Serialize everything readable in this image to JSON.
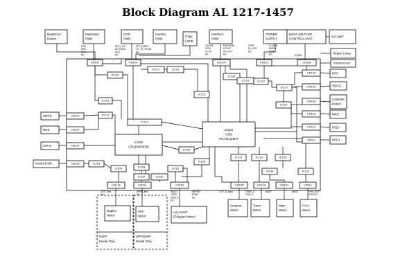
{
  "title": "Block Diagram AL 1217-1457",
  "blocks": {
    "newdrum": [
      "NewDrum",
      "Detect"
    ],
    "operation": [
      "Operation",
      "PWB"
    ],
    "ccd": [
      "CCD",
      "PWB"
    ],
    "inverter": [
      "Inverter",
      "PWB"
    ],
    "copy_lamp": [
      "Copy",
      "Lamp"
    ],
    "interface": [
      "Interface",
      "PWB"
    ],
    "power_supply": [
      "POWER",
      "SUPPLY"
    ],
    "hv_control": [
      "HIGH VOLTAGE",
      "CONTROL UNIT"
    ],
    "dv_unit": [
      "DV UNIT"
    ],
    "heater_lamp": [
      "Heater Lamp"
    ],
    "thermistor": [
      "THERMISTOR"
    ],
    "pps": [
      "PPS"
    ],
    "sdcd": [
      "SDCD"
    ],
    "cassette_detect": [
      "Cassette",
      "Detect"
    ],
    "mfd": [
      "MFD"
    ],
    "pod": [
      "POD"
    ],
    "ppd1": [
      "PPD1"
    ],
    "mpfs": [
      "MPFS"
    ],
    "rrs": [
      "RRS"
    ],
    "cpfs": [
      "CPFS"
    ],
    "interlock_sw": [
      "Interlock SW"
    ],
    "duplex_motor": [
      "Duplex",
      "Motor"
    ],
    "spf_motor": [
      "SPF",
      "Motor"
    ],
    "dspf_only": [
      "DSPF",
      "Model Only"
    ],
    "spf_dspf_only": [
      "SPF/DSPF",
      "Model Only"
    ],
    "lsu_unit": [
      "LSU UNIT",
      "(Polygon Motor)"
    ],
    "scanner_motor": [
      "Scanner",
      "Motor"
    ],
    "toner_motor": [
      "Toner",
      "Motor"
    ],
    "main_motor": [
      "Main",
      "Motor"
    ],
    "fan_motor": [
      "FAN",
      "Motor"
    ],
    "cpu": [
      "IC109",
      "CPU(H8/3030)"
    ],
    "asic": [
      "IC100",
      "ASIC",
      "HG73C119HF"
    ]
  },
  "connectors": {
    "cn102": "CN102",
    "cn103": "CN103",
    "cn104": "CN104",
    "cn101": "CN101",
    "cn106": "CN106",
    "cn130": "CN130",
    "cn109": "CN109",
    "cn108": "CN108",
    "cn122": "CN122",
    "cn114": "CN114",
    "cn111": "CN111",
    "cn120": "CN120",
    "cn117": "CN117",
    "cn110": "CN110",
    "cn116": "CN116",
    "cn114b": "CN114",
    "cn121": "CN121",
    "cn119": "CN119",
    "cn105": "CN105",
    "cn113": "CN113",
    "cn107": "CN107",
    "cn112": "CN112"
  },
  "ics": {
    "ic116": "IC116",
    "ic121": "IC121",
    "ic125": "IC125",
    "ic124": "IC124",
    "ic101": "IC101",
    "ic119": "IC119",
    "ic117": "IC117",
    "ic114": "IC114",
    "ic115": "IC115",
    "ic113": "IC113",
    "ic121b": "IC121",
    "ic114b": "IC114",
    "ic124b": "IC124",
    "ic115b": "IC115",
    "ic126": "IC126",
    "ic118": "IC118",
    "ic123": "IC123",
    "ic122": "IC122",
    "ic120": "IC120",
    "ic128": "IC128",
    "ic127": "IC127",
    "ic130": "IC130",
    "ic135": "IC135",
    "ic136": "IC136",
    "ic131": "IC131"
  },
  "signals": {
    "op": [
      "PEN",
      "KEN",
      "CEN",
      "Etc"
    ],
    "ccd": [
      "SPF_CLK",
      "AD_DATA",
      "AGC",
      "Etc"
    ],
    "inv": [
      "SPF_DREN",
      "LIT_ST_ROAD",
      "Etc"
    ],
    "if1": [
      "LSUSW",
      "VFIN",
      "VCTR",
      "Etc"
    ],
    "if2": [
      "PARADDirr",
      "VFOUT",
      "HV_OUT",
      "Etc"
    ],
    "ps1": [
      "FDPP",
      "HL_OUT",
      "Etc"
    ],
    "ps2": [
      "CLNSW",
      "MHSW",
      "TCM",
      "Etc"
    ],
    "dvsel": [
      "DVSEL"
    ],
    "duplex": [
      "ICNT_Ben",
      "Etc"
    ],
    "spf": [
      "SPSN_Ben",
      "Etc"
    ],
    "lsu": [
      "INDEX",
      "LDEN",
      "SHOLD",
      "Etc"
    ],
    "lsu2": [
      "MPFDR",
      "BRMC",
      "Etc"
    ],
    "scanner": [
      "OUT_A_sans"
    ],
    "toner": [
      "TMAS_O",
      "TMS_O"
    ],
    "main": [
      "MAIO"
    ],
    "mainb": [
      "MAIO"
    ],
    "fan": [
      "VFM_OUT",
      "P/R/OUT"
    ]
  }
}
